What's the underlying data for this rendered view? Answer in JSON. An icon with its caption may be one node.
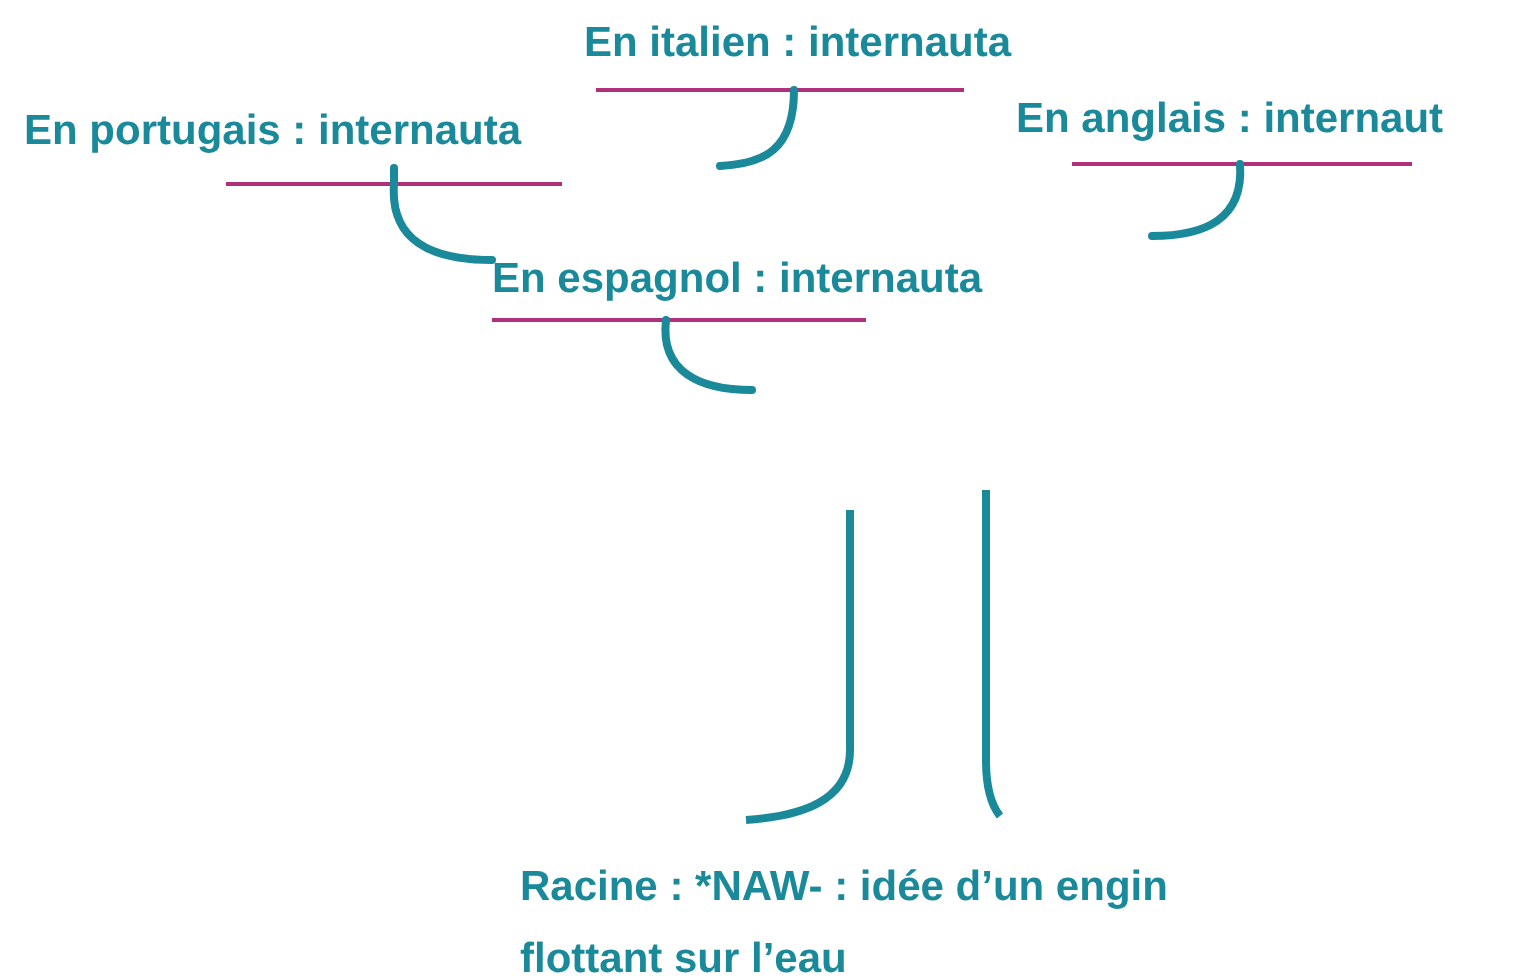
{
  "diagram": {
    "nodes": [
      {
        "text": [
          "En italien : internauta"
        ]
      },
      {
        "text": [
          "En portugais : internauta"
        ]
      },
      {
        "text": [
          "En anglais : internaut"
        ]
      },
      {
        "text": [
          "En espagnol : internauta"
        ]
      },
      {
        "text": [
          "Racine : *NAW- : idée d’un engin flottant sur l’eau"
        ]
      }
    ],
    "edges": [
      {
        "from": 1,
        "to": 3,
        "arrow": "none"
      }
    ]
  }
}
